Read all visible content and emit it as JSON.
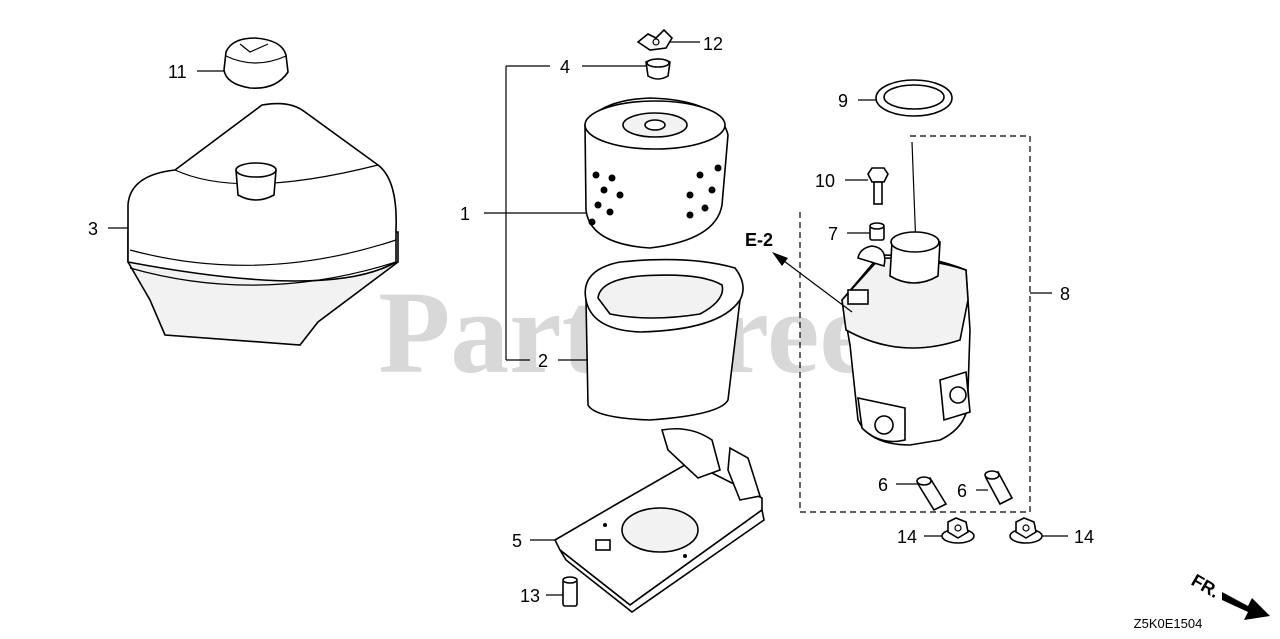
{
  "watermark": "PartsTree",
  "labels": {
    "p1": "1",
    "p2": "2",
    "p3": "3",
    "p4": "4",
    "p5": "5",
    "p6a": "6",
    "p6b": "6",
    "p7": "7",
    "p8": "8",
    "p9": "9",
    "p10": "10",
    "p11": "11",
    "p12": "12",
    "p13": "13",
    "p14a": "14",
    "p14b": "14"
  },
  "ref_label": "E-2",
  "direction_label": "FR.",
  "diagram_code": "Z5K0E1504"
}
